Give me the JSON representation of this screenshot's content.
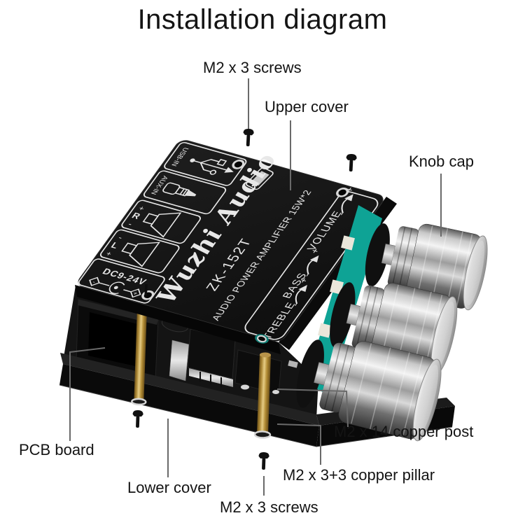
{
  "title": "Installation diagram",
  "callouts": {
    "screws_top": "M2 x 3 screws",
    "upper_cover": "Upper cover",
    "knob_cap": "Knob cap",
    "pcb_board": "PCB board",
    "lower_cover": "Lower cover",
    "copper_post": "M2 x 14 copper post",
    "copper_pillar": "M2 x 3+3 copper pillar",
    "screws_bottom": "M2 x 3 screws"
  },
  "board": {
    "brand": "Wuzhi Audio",
    "model": "ZK-152T",
    "description": "AUDIO POWER AMPLIFIER 15W*2",
    "ports": {
      "usb": "USB-IN",
      "aux": "AUX-IN",
      "right_channel": {
        "plus": "+",
        "label": "R",
        "minus": "-"
      },
      "left_channel": {
        "minus": "-",
        "label": "L",
        "plus": "+"
      },
      "power": {
        "label": "DC9-24V",
        "minus": "-",
        "plus": "+"
      }
    },
    "controls": [
      {
        "label": "TREBLE",
        "minus": "-",
        "plus": "+"
      },
      {
        "label": "BASS",
        "minus": "-",
        "plus": "+"
      },
      {
        "label": "VOLUME",
        "minus": "-",
        "plus": "+"
      }
    ]
  },
  "colors": {
    "bg": "#ffffff",
    "label_text": "#141414",
    "leader": "#6a6a6a",
    "board_black": "#161616",
    "silkscreen": "#e8e8e8",
    "teal_pcb": "#0ea395",
    "copper_gold": "#c9a84f"
  }
}
